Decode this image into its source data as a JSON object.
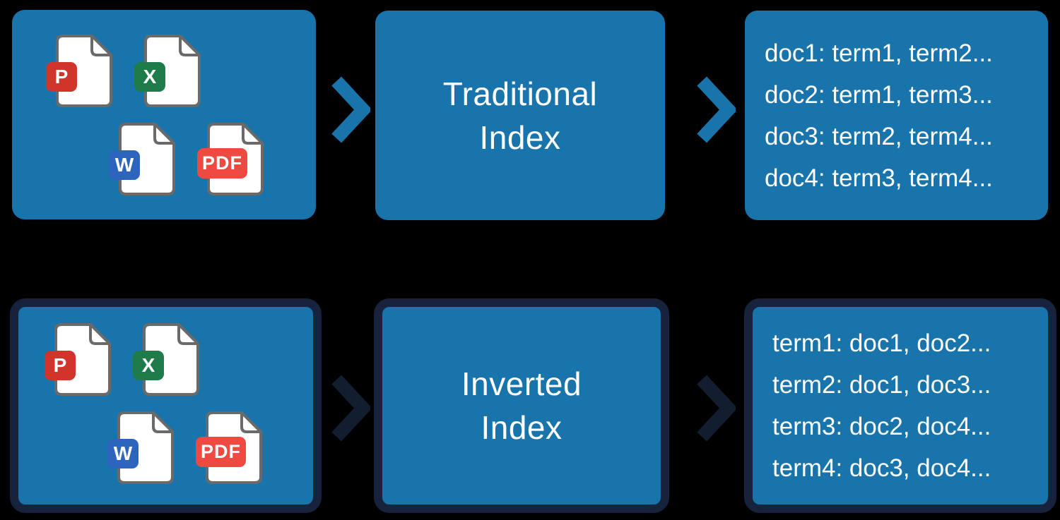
{
  "colors": {
    "background": "#000000",
    "box_blue": "#1974AC",
    "border_navy": "#17233C",
    "arrow_blue": "#1974AC",
    "arrow_navy": "#121D2F",
    "text": "#FFFFFF",
    "page_outline": "#6A6A6A",
    "page_fill": "#FFFFFF"
  },
  "rows": [
    {
      "name": "traditional",
      "documents": [
        {
          "type": "powerpoint",
          "label": "P",
          "color": "#D1342B"
        },
        {
          "type": "excel",
          "label": "X",
          "color": "#1E7B4A"
        },
        {
          "type": "word",
          "label": "W",
          "color": "#2D64BE"
        },
        {
          "type": "pdf",
          "label": "PDF",
          "color": "#EF4A41"
        }
      ],
      "process": {
        "line1": "Traditional",
        "line2": "Index"
      },
      "output_lines": [
        "doc1: term1, term2...",
        "doc2: term1, term3...",
        "doc3: term2, term4...",
        "doc4: term3, term4..."
      ]
    },
    {
      "name": "inverted",
      "documents": [
        {
          "type": "powerpoint",
          "label": "P",
          "color": "#D1342B"
        },
        {
          "type": "excel",
          "label": "X",
          "color": "#1E7B4A"
        },
        {
          "type": "word",
          "label": "W",
          "color": "#2D64BE"
        },
        {
          "type": "pdf",
          "label": "PDF",
          "color": "#EF4A41"
        }
      ],
      "process": {
        "line1": "Inverted",
        "line2": "Index"
      },
      "output_lines": [
        "term1: doc1, doc2...",
        "term2: doc1, doc3...",
        "term3: doc2, doc4...",
        "term4: doc3, doc4..."
      ]
    }
  ]
}
